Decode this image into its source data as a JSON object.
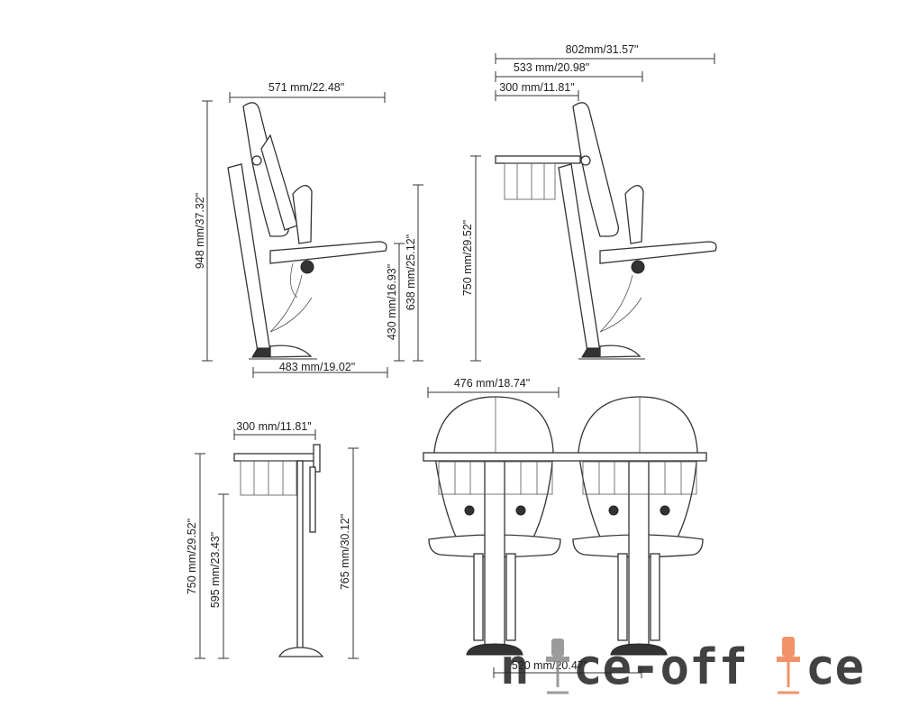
{
  "dimensions": {
    "side_view": {
      "top_width": "571 mm/22.48\"",
      "total_height": "948 mm/37.32\"",
      "seat_height": "430 mm/16.93\"",
      "arm_height": "638 mm/25.12\"",
      "base_depth": "483 mm/19.02\""
    },
    "tablet_side_view": {
      "overall_width": "802mm/31.57\"",
      "mid_width": "533 mm/20.98\"",
      "tablet_width": "300 mm/11.81\"",
      "tablet_height": "750 mm/29.52\""
    },
    "tablet_profile": {
      "tablet_width": "300 mm/11.81\"",
      "tablet_height": "750 mm/29.52\"",
      "basket_height": "595 mm/23.43\"",
      "post_height": "765 mm/30.12\""
    },
    "front_view": {
      "seat_width": "476 mm/18.74\"",
      "center_spacing": "520 mm/20.47\""
    }
  },
  "watermark": {
    "text_part1": "n",
    "text_part2": "ce",
    "text_part3": "-off",
    "text_part4": "ce",
    "accent_color": "#f0804f",
    "grey_color": "#8a8a8a"
  }
}
